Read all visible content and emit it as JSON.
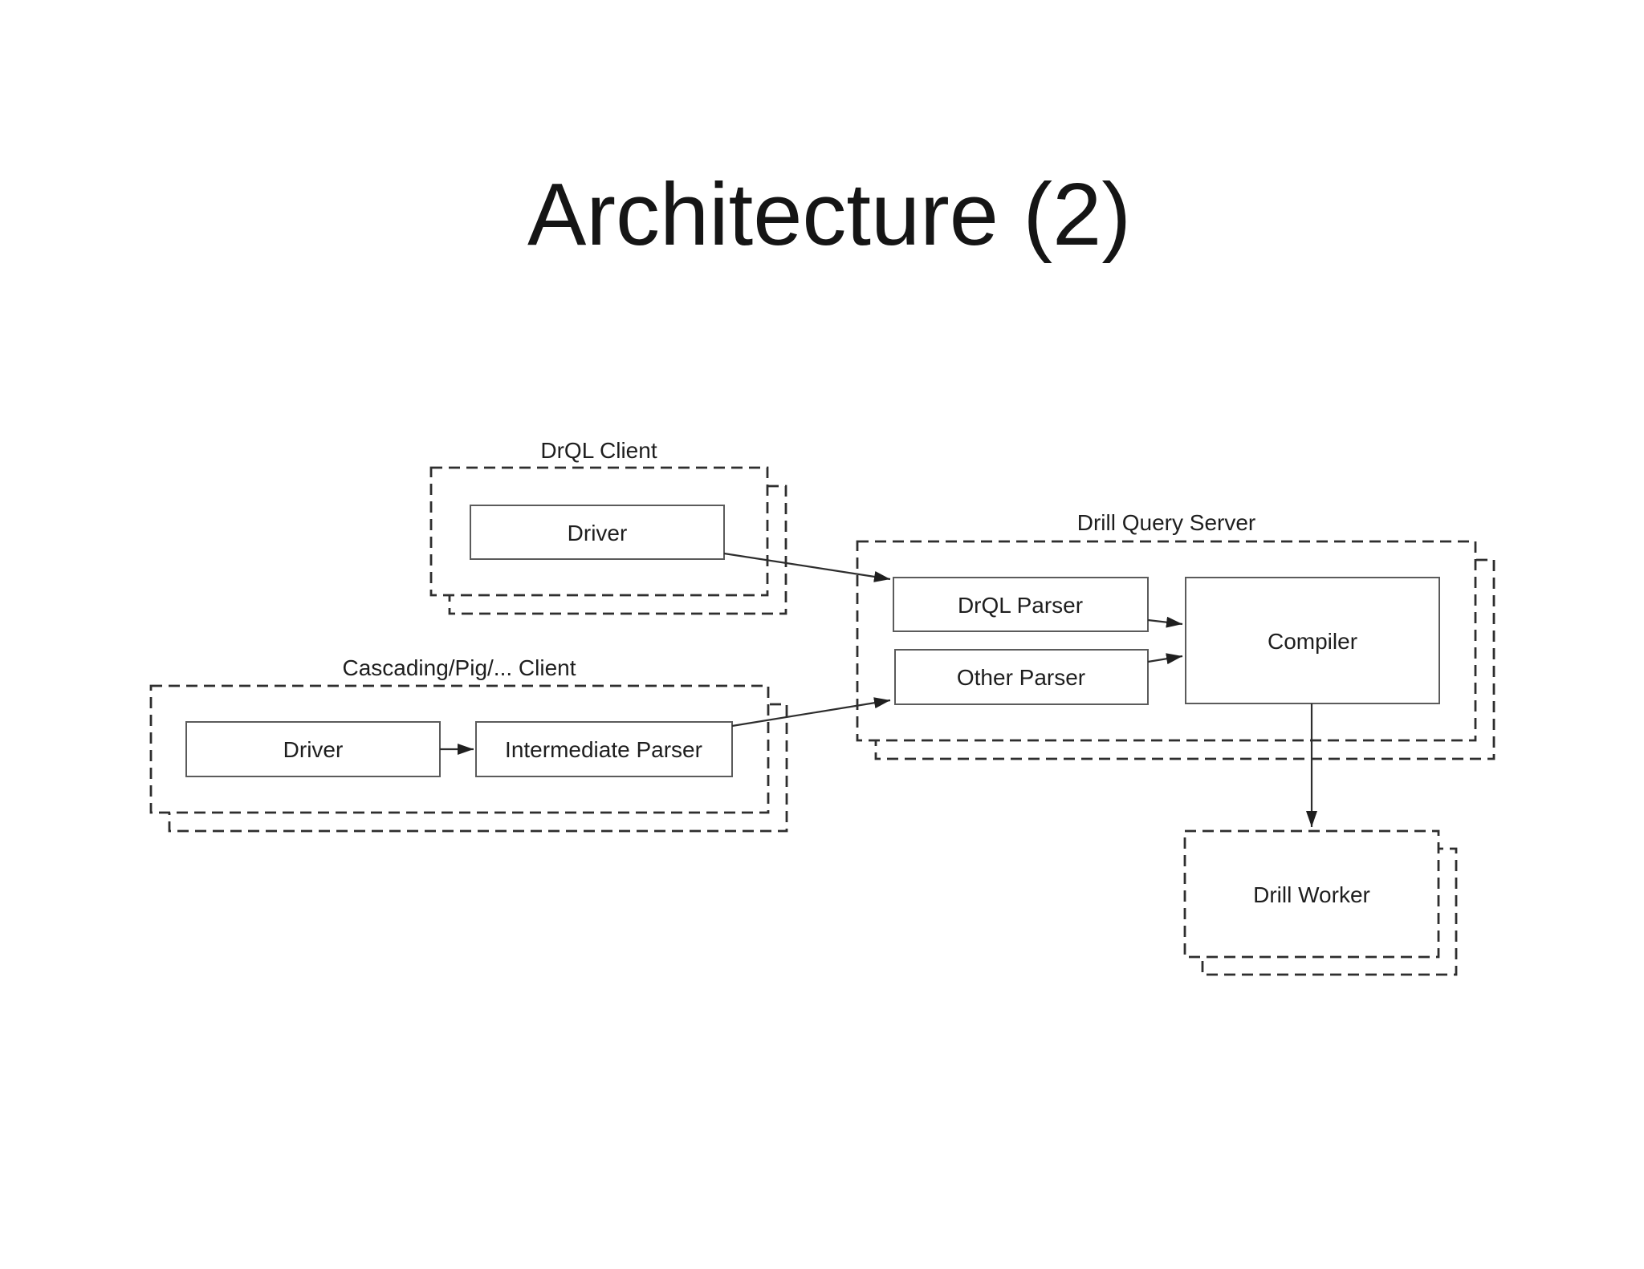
{
  "slide": {
    "title": "Architecture (2)",
    "background": "#ffffff"
  },
  "diagram": {
    "colors": {
      "line": "#2e2e2e",
      "box_border": "#5b5b5b",
      "text": "#1e1e1e",
      "background": "#ffffff"
    },
    "groups": [
      {
        "id": "drql-client",
        "label": "DrQL Client"
      },
      {
        "id": "cascading-client",
        "label": "Cascading/Pig/... Client"
      },
      {
        "id": "drill-query-server",
        "label": "Drill Query Server"
      },
      {
        "id": "drill-worker",
        "label": "Drill Worker"
      }
    ],
    "nodes": [
      {
        "id": "drql-driver",
        "label": "Driver",
        "group": "drql-client"
      },
      {
        "id": "cascading-driver",
        "label": "Driver",
        "group": "cascading-client"
      },
      {
        "id": "intermediate-parser",
        "label": "Intermediate Parser",
        "group": "cascading-client"
      },
      {
        "id": "drql-parser",
        "label": "DrQL Parser",
        "group": "drill-query-server"
      },
      {
        "id": "other-parser",
        "label": "Other Parser",
        "group": "drill-query-server"
      },
      {
        "id": "compiler",
        "label": "Compiler",
        "group": "drill-query-server"
      }
    ],
    "edges": [
      {
        "from": "drql-driver",
        "to": "drql-parser"
      },
      {
        "from": "cascading-driver",
        "to": "intermediate-parser"
      },
      {
        "from": "intermediate-parser",
        "to": "other-parser"
      },
      {
        "from": "drql-parser",
        "to": "compiler"
      },
      {
        "from": "other-parser",
        "to": "compiler"
      },
      {
        "from": "compiler",
        "to": "drill-worker"
      }
    ]
  }
}
